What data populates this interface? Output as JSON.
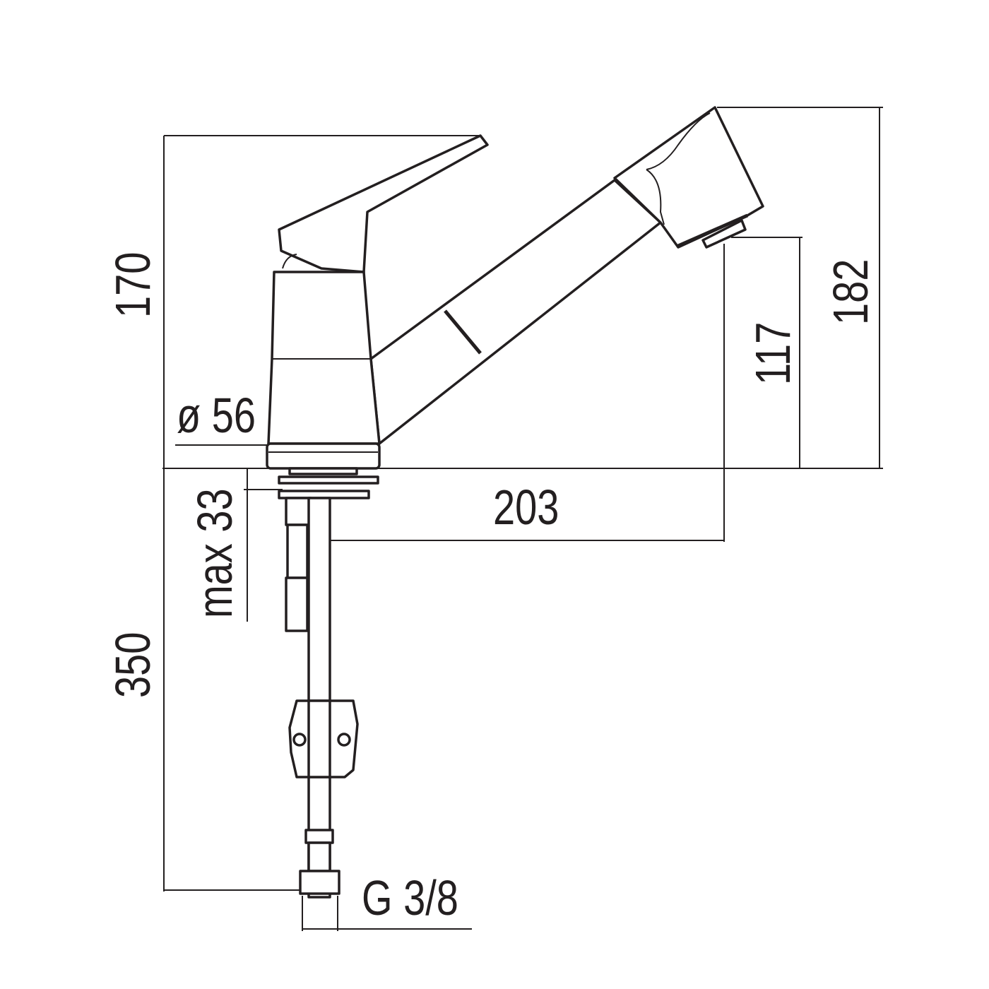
{
  "title": "Pull-out kitchen mixer technical drawing",
  "dimensions": {
    "height_lever": "170",
    "height_total": "182",
    "height_outlet": "117",
    "base_diameter": "ø 56",
    "spout_reach": "203",
    "max_deck_thickness": "max 33",
    "hose_length": "350",
    "connection": "G 3/8"
  },
  "colors": {
    "line": "#231f20",
    "background": "#ffffff"
  }
}
